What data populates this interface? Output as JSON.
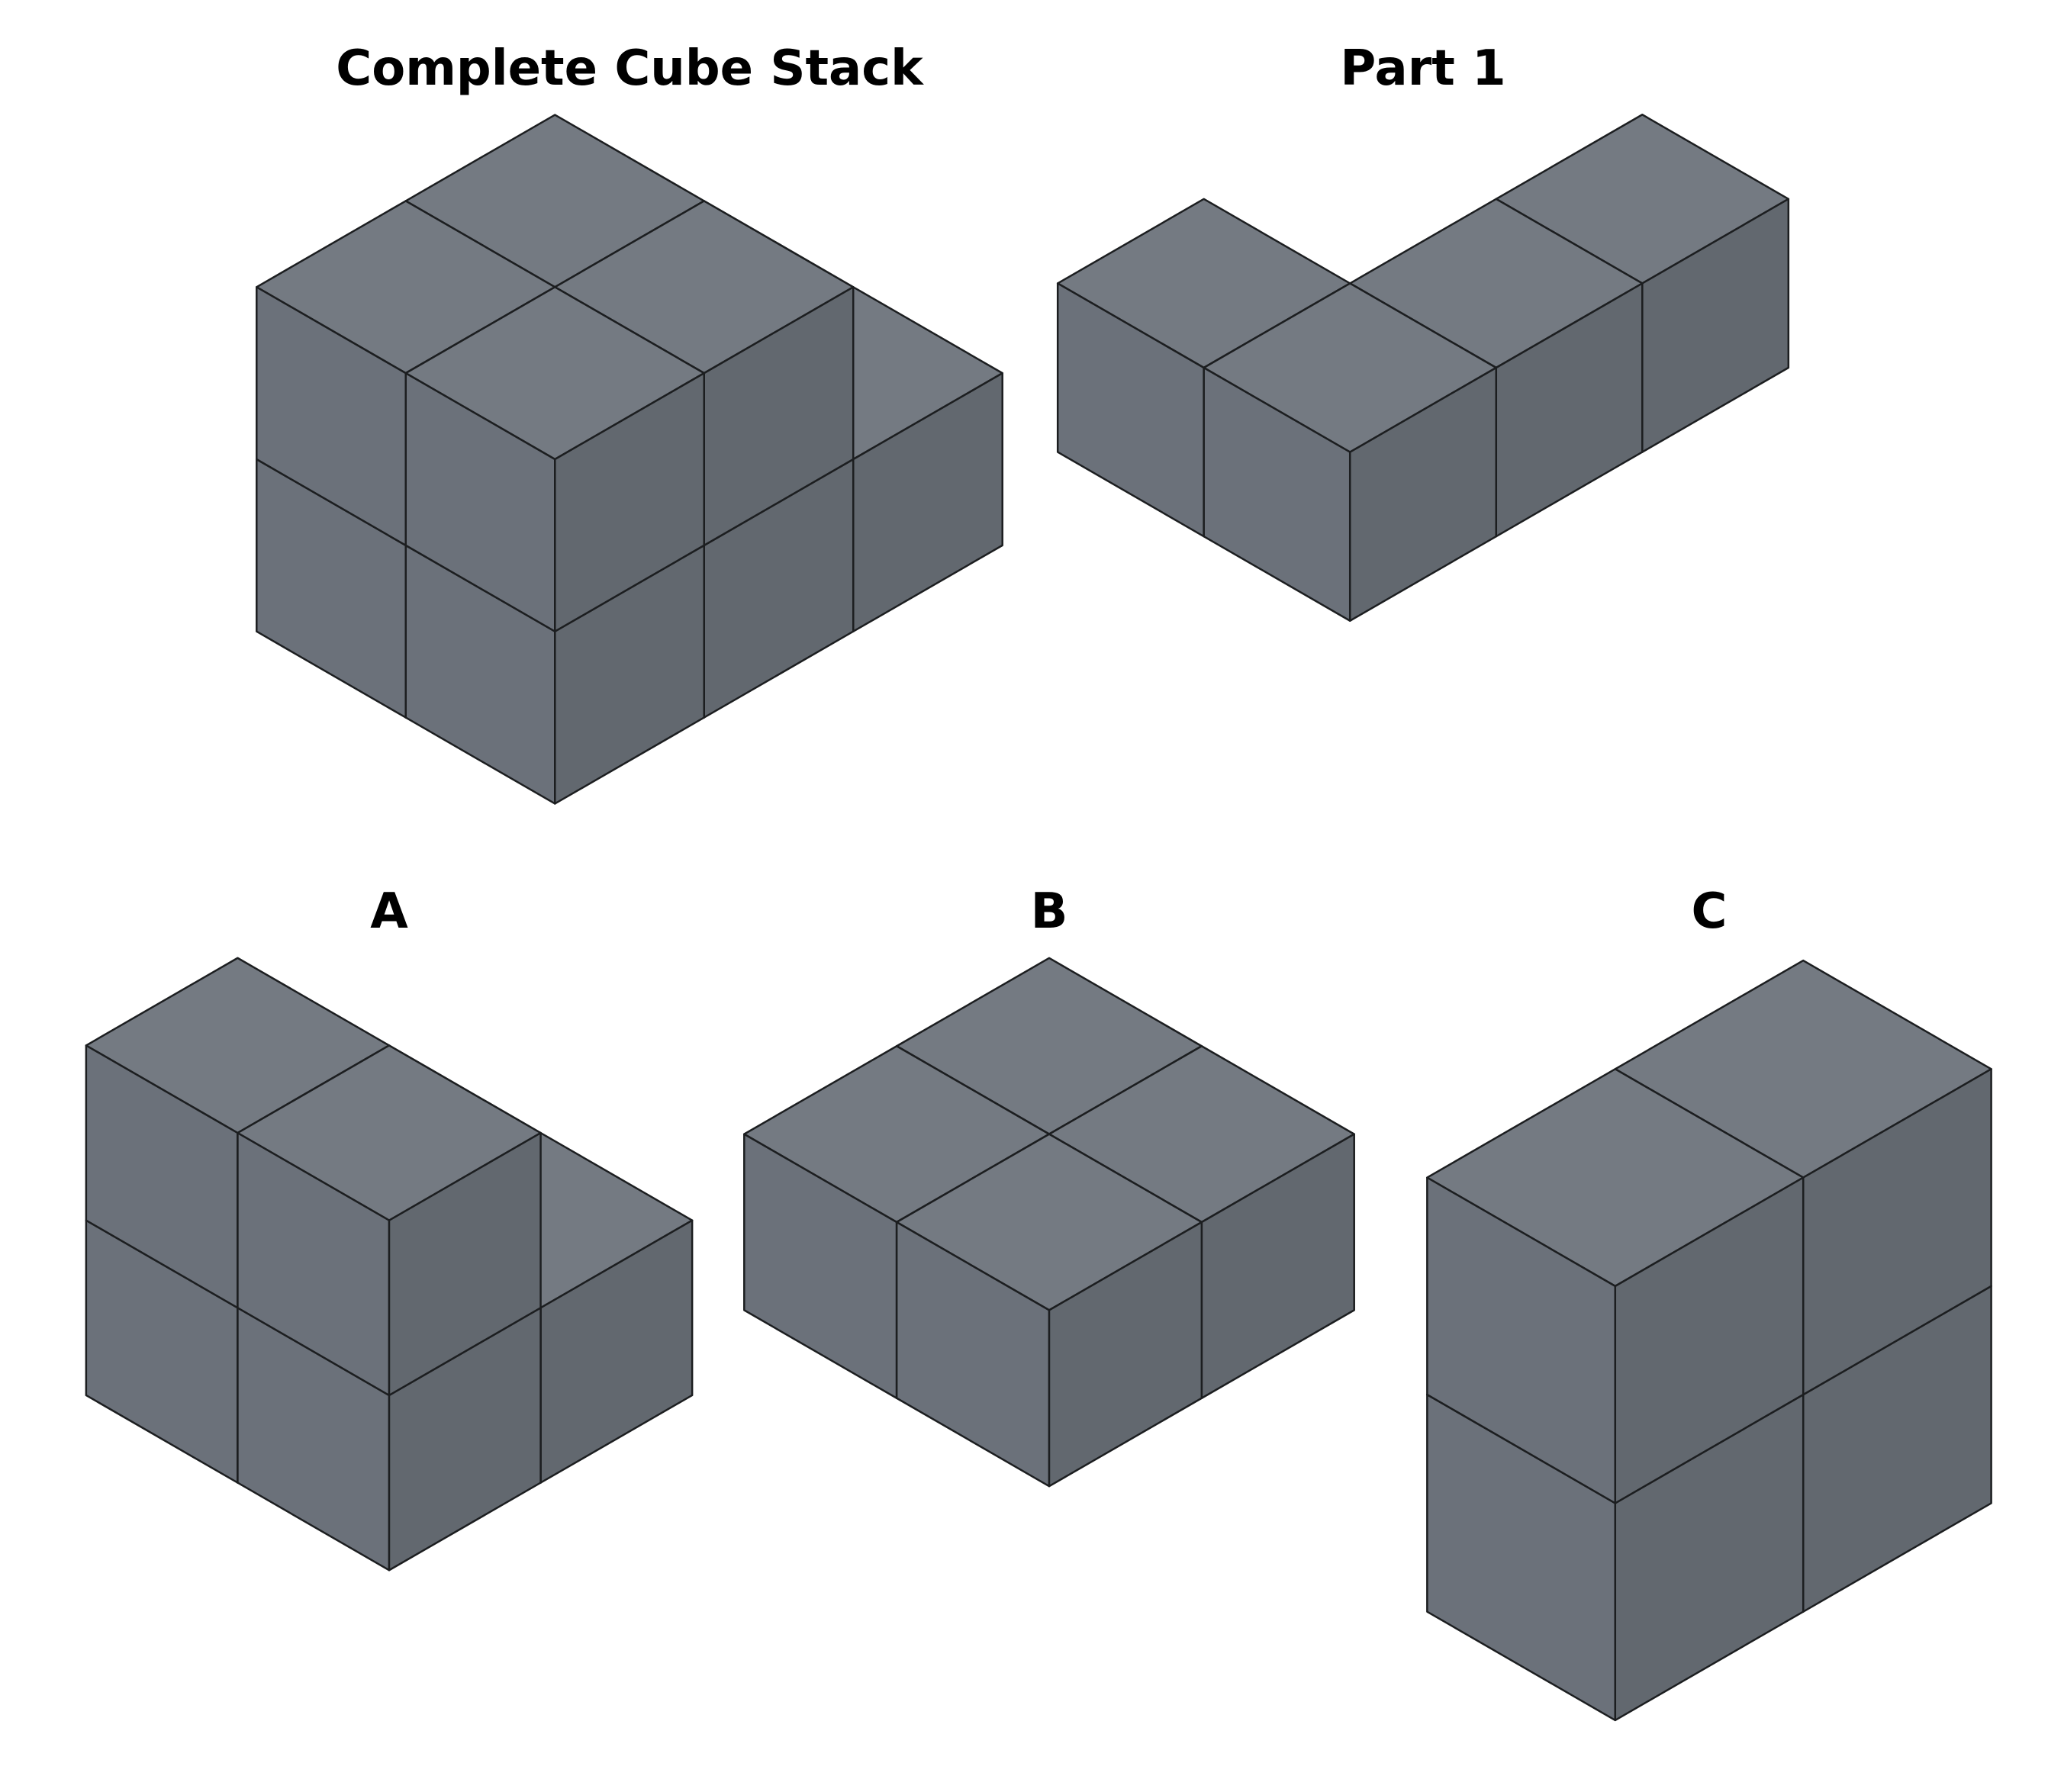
{
  "figure": {
    "background": "#ffffff",
    "cube_colors": {
      "top": "#747a82",
      "left": "#6b717a",
      "right": "#62686f",
      "edge": "#1c1e20"
    },
    "panels": [
      {
        "key": "complete_stack",
        "label": "Complete Cube Stack",
        "cubes": [
          [
            0,
            0,
            0
          ],
          [
            1,
            0,
            0
          ],
          [
            0,
            1,
            0
          ],
          [
            1,
            1,
            0
          ],
          [
            0,
            2,
            0
          ],
          [
            1,
            2,
            0
          ],
          [
            0,
            1,
            1
          ],
          [
            1,
            1,
            1
          ],
          [
            0,
            2,
            1
          ],
          [
            1,
            2,
            1
          ]
        ]
      },
      {
        "key": "part_1",
        "label": "Part 1",
        "cubes": [
          [
            1,
            0,
            0
          ],
          [
            1,
            1,
            0
          ],
          [
            1,
            2,
            0
          ],
          [
            0,
            2,
            0
          ]
        ]
      },
      {
        "key": "option_a",
        "label": "A",
        "cubes": [
          [
            0,
            0,
            0
          ],
          [
            1,
            0,
            0
          ],
          [
            0,
            1,
            0
          ],
          [
            1,
            1,
            0
          ],
          [
            0,
            1,
            1
          ],
          [
            1,
            1,
            1
          ]
        ]
      },
      {
        "key": "option_b",
        "label": "B",
        "cubes": [
          [
            0,
            0,
            0
          ],
          [
            1,
            0,
            0
          ],
          [
            0,
            1,
            0
          ],
          [
            1,
            1,
            0
          ]
        ]
      },
      {
        "key": "option_c",
        "label": "C",
        "cubes": [
          [
            0,
            0,
            0
          ],
          [
            0,
            1,
            0
          ],
          [
            0,
            0,
            1
          ],
          [
            0,
            1,
            1
          ]
        ]
      }
    ]
  }
}
